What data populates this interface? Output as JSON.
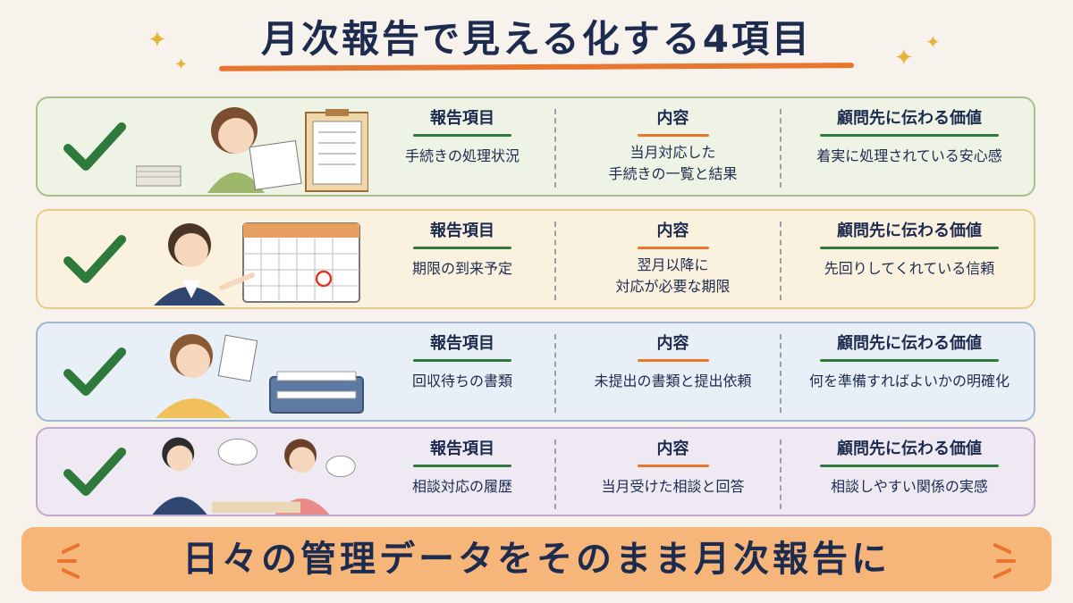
{
  "title": "月次報告で見える化する4項目",
  "footer": "日々の管理データをそのまま月次報告に",
  "colors": {
    "accent": "#e8762e",
    "navy": "#1d2b4f",
    "check": "#2e7a3a",
    "footer_bg": "#f6b67a"
  },
  "rows": [
    {
      "bg": "#eef3e6",
      "border": "#a8c08a",
      "bar1": "#2e7a3a",
      "bar2": "#e8762e",
      "bar3": "#2e7a3a",
      "col1_head": "報告項目",
      "col1_body": "手続きの処理状況",
      "col2_head": "内容",
      "col2_body": "当月対応した\n手続きの一覧と結果",
      "col3_head": "顧問先に伝わる価値",
      "col3_body": "着実に処理されている安心感",
      "illustration": "woman-with-clipboard"
    },
    {
      "bg": "#fbf1df",
      "border": "#e8c98a",
      "bar1": "#2e7a3a",
      "bar2": "#e8762e",
      "bar3": "#2e7a3a",
      "col1_head": "報告項目",
      "col1_body": "期限の到来予定",
      "col2_head": "内容",
      "col2_body": "翌月以降に\n対応が必要な期限",
      "col3_head": "顧問先に伝わる価値",
      "col3_body": "先回りしてくれている信頼",
      "illustration": "man-pointing-calendar"
    },
    {
      "bg": "#e9eff6",
      "border": "#9fb6d0",
      "bar1": "#2e7a3a",
      "bar2": "#e8762e",
      "bar3": "#2e7a3a",
      "col1_head": "報告項目",
      "col1_body": "回収待ちの書類",
      "col2_head": "内容",
      "col2_body": "未提出の書類と提出依頼",
      "col3_head": "顧問先に伝わる価値",
      "col3_body": "何を準備すればよいかの明確化",
      "illustration": "woman-with-document-tray"
    },
    {
      "bg": "#efe9f3",
      "border": "#bfa9cf",
      "bar1": "#2e7a3a",
      "bar2": "#e8762e",
      "bar3": "#2e7a3a",
      "col1_head": "報告項目",
      "col1_body": "相談対応の履歴",
      "col2_head": "内容",
      "col2_body": "当月受けた相談と回答",
      "col3_head": "顧問先に伝わる価値",
      "col3_body": "相談しやすい関係の実感",
      "illustration": "consultation-two-people"
    }
  ]
}
